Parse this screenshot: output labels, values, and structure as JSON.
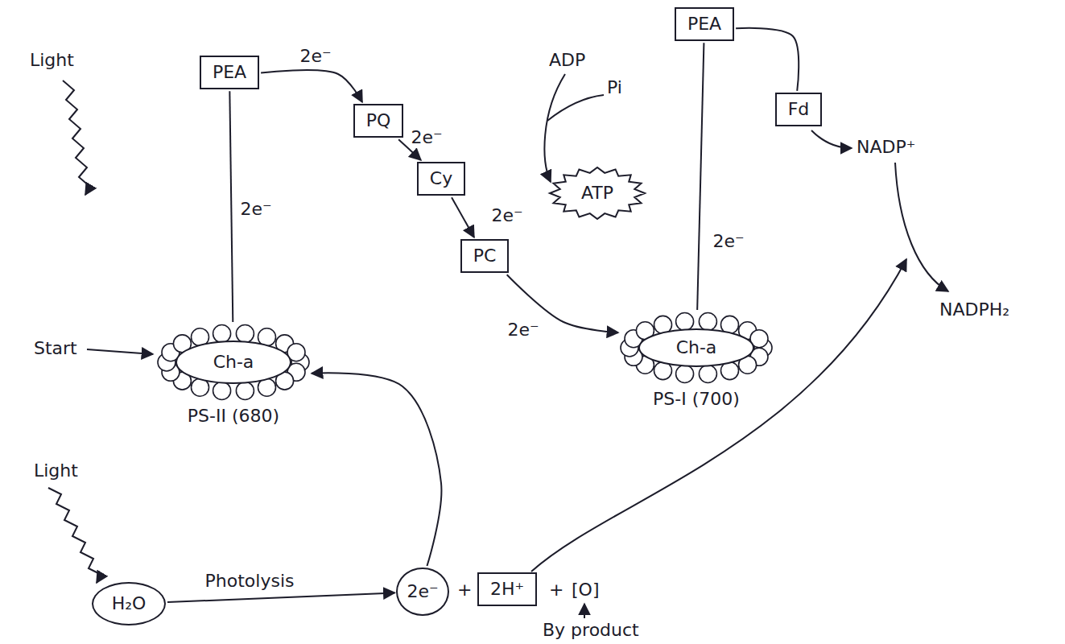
{
  "diagram": {
    "nodes": [
      {
        "text": [
          "PEA"
        ]
      },
      {
        "text": [
          "PQ"
        ]
      },
      {
        "text": [
          "Cy"
        ]
      },
      {
        "text": [
          "ATP"
        ]
      },
      {
        "text": [
          "PC"
        ]
      },
      {
        "text": [
          "PEA"
        ]
      },
      {
        "text": [
          "Fd"
        ]
      },
      {
        "text": [
          "Ch-a",
          "PS-II (680)"
        ]
      },
      {
        "text": [
          "Ch-a",
          "PS-I (700)"
        ]
      },
      {
        "text": [
          "H₂O"
        ]
      },
      {
        "text": [
          "2e⁻"
        ]
      },
      {
        "text": [
          "2H⁺"
        ]
      }
    ],
    "edges": [
      {
        "from": 7,
        "to": 0,
        "label": "2e⁻",
        "arrow": "none"
      },
      {
        "from": 0,
        "to": 1,
        "label": "2e⁻",
        "arrow": "to"
      },
      {
        "from": 1,
        "to": 2,
        "label": "2e⁻",
        "arrow": "to"
      },
      {
        "from": 2,
        "to": 4,
        "label": "2e⁻",
        "arrow": "to"
      },
      {
        "from": 4,
        "to": 8,
        "label": "2e⁻",
        "arrow": "to"
      },
      {
        "from": 8,
        "to": 5,
        "label": "2e⁻",
        "arrow": "none"
      },
      {
        "from": 5,
        "to": 6,
        "arrow": "none"
      },
      {
        "from": 9,
        "to": 10,
        "label": "Photolysis",
        "arrow": "to"
      },
      {
        "from": 10,
        "to": 7,
        "arrow": "to"
      }
    ],
    "labels": [
      "Light",
      "Start",
      "Light",
      "ADP",
      "Pi",
      "NADP⁺",
      "NADPH₂",
      "+",
      "+",
      "[O]",
      "By product"
    ]
  }
}
